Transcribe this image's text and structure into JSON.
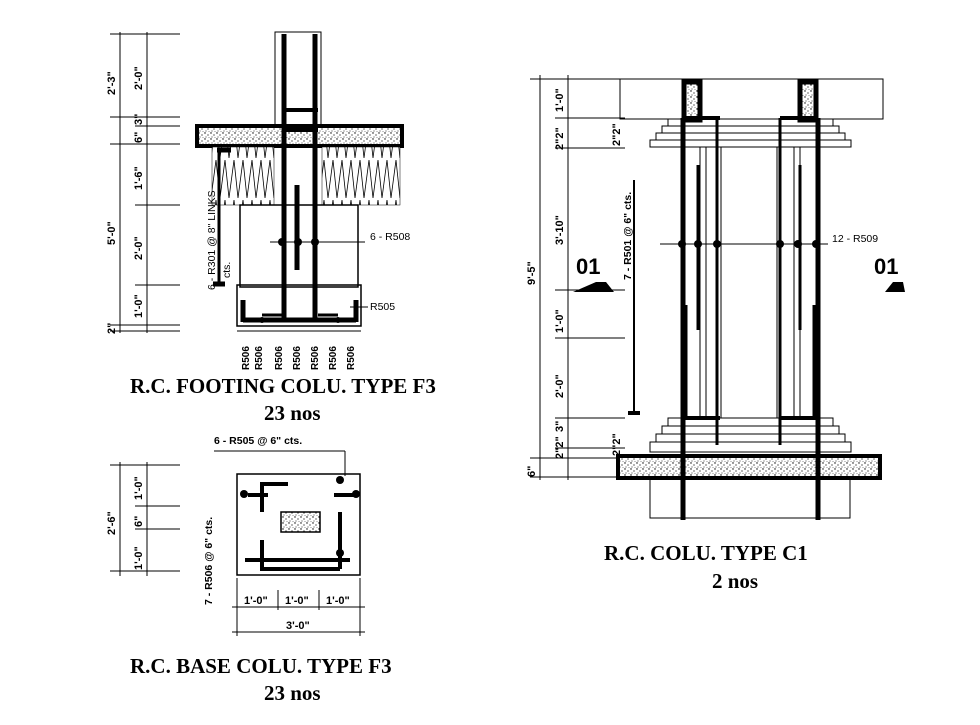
{
  "footing_f3": {
    "title": "R.C. FOOTING COLU. TYPE F3",
    "qty": "23 nos",
    "dims_outer": [
      "2'-3\"",
      "5'-0\"",
      "2\""
    ],
    "dims_inner": [
      "2'-0\"",
      "3\"",
      "6\"",
      "1'-6\"",
      "2'-0\"",
      "1'-0\""
    ],
    "links_label": "6 - R301 @ 8\" LINKS",
    "links_sub": "cts.",
    "bar_label_1": "6 - R508",
    "bar_label_2": "R505",
    "bottom_bars": [
      "R506",
      "R506",
      "R506",
      "R506",
      "R506",
      "R506",
      "R506"
    ]
  },
  "base_f3": {
    "title": "R.C. BASE COLU. TYPE F3",
    "qty": "23 nos",
    "top_label": "6 - R505 @ 6\" cts.",
    "side_label": "7 - R506 @ 6\" cts.",
    "dims_outer": [
      "2'-6\""
    ],
    "dims_inner": [
      "1'-0\"",
      "6\"",
      "1'-0\""
    ],
    "dims_bottom": [
      "1'-0\"",
      "1'-0\"",
      "1'-0\""
    ],
    "dim_total": "3'-0\""
  },
  "column_c1": {
    "title": "R.C.  COLU. TYPE C1",
    "qty": "2 nos",
    "section_left": "01",
    "section_right": "01",
    "dim_outer": [
      "9'-5\"",
      "6\""
    ],
    "dims_inner": [
      "1'-0\"",
      "2\"2\"",
      "3'-10\"",
      "1'-0\"",
      "2'-0\"",
      "2\"2\"",
      "3\""
    ],
    "dims_right": [
      "2\"2\"",
      "2\"2\""
    ],
    "links_label": "7 - R501 @ 6\" cts.",
    "bar_label": "12 - R509"
  }
}
